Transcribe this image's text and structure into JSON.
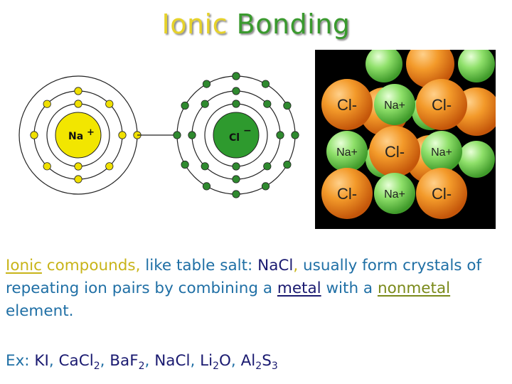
{
  "title": {
    "word1": "Ionic",
    "word2": "Bonding"
  },
  "atoms": {
    "left_label": "Na",
    "left_charge": "+",
    "right_label": "Cl",
    "right_charge": "−"
  },
  "crystal": {
    "rows": [
      [
        "Cl-",
        "Na+",
        "Cl-"
      ],
      [
        "Na+",
        "Cl-",
        "Na+"
      ],
      [
        "Cl-",
        "Na+",
        "Cl-"
      ]
    ]
  },
  "text": {
    "ionic": "Ionic",
    "part1": " compounds",
    "comma1": ",",
    "part2": " like table salt: ",
    "nacl": "NaCl",
    "comma2": ",",
    "part3": " usually form crystals of repeating ion pairs by combining a ",
    "metal": "metal",
    "part4": " with a ",
    "nonmetal": "nonmetal",
    "part5": " element."
  },
  "examples": {
    "prefix": "Ex: ",
    "items": [
      {
        "main": "KI",
        "sep": ", "
      },
      {
        "main": "CaCl",
        "sub": "2",
        "sep": ", "
      },
      {
        "main": "BaF",
        "sub": "2",
        "sep": ", "
      },
      {
        "main": "NaCl",
        "sep": ", "
      },
      {
        "main": "Li",
        "sub": "2",
        "tail": "O",
        "sep": ", "
      },
      {
        "main": "Al",
        "sub": "2",
        "tail": "S",
        "sub2": "3"
      }
    ]
  },
  "colors": {
    "na": "#f2e600",
    "cl": "#2e9a2e",
    "electron_yellow": "#f0e000",
    "electron_green": "#2f8a2f",
    "sphere_orange": "#ef8c1a",
    "sphere_green": "#7ed85a"
  }
}
